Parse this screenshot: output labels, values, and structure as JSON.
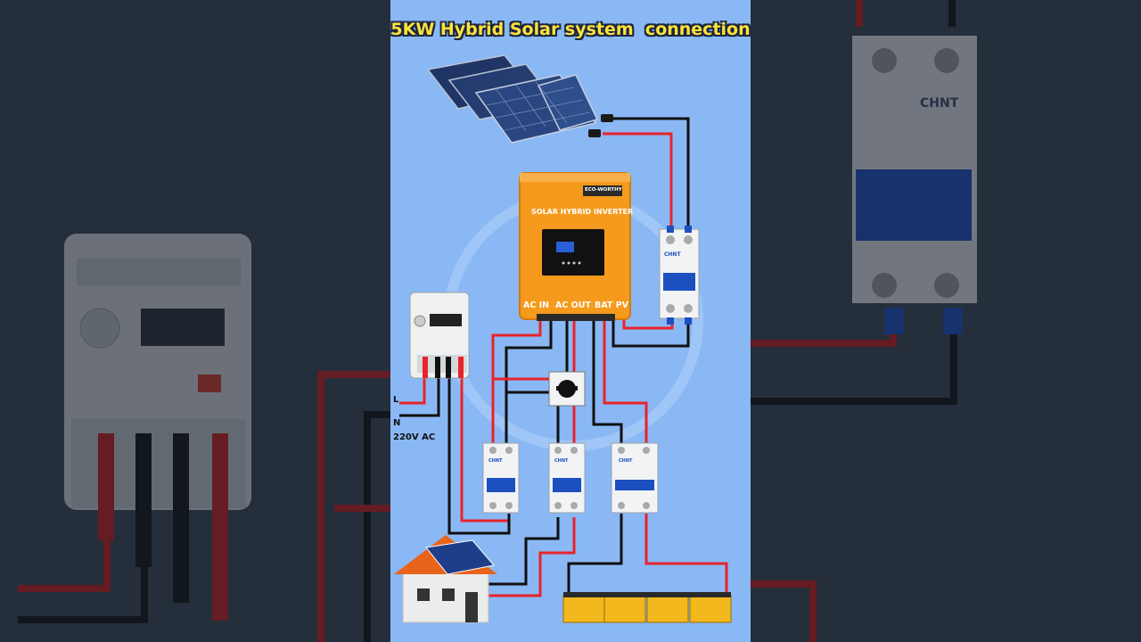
{
  "title": "5KW Hybrid Solar system  connection",
  "inverter": {
    "brand": "ECO-WORTHY",
    "name": "SOLAR HYBRID INVERTER",
    "terminals": [
      "AC IN",
      "AC OUT",
      "BAT PV"
    ]
  },
  "grid": {
    "line_label": "L",
    "neutral_label": "N",
    "voltage_label": "220V AC"
  },
  "breaker_brand": "CHNT",
  "background_brand_text": "CHNT",
  "colors": {
    "panel_bg": "#8ab8f4",
    "title": "#ffe23a",
    "inverter": "#f59a1c",
    "wire_red": "#e8232a",
    "wire_black": "#101010",
    "breaker_blue": "#1c4fbf"
  }
}
